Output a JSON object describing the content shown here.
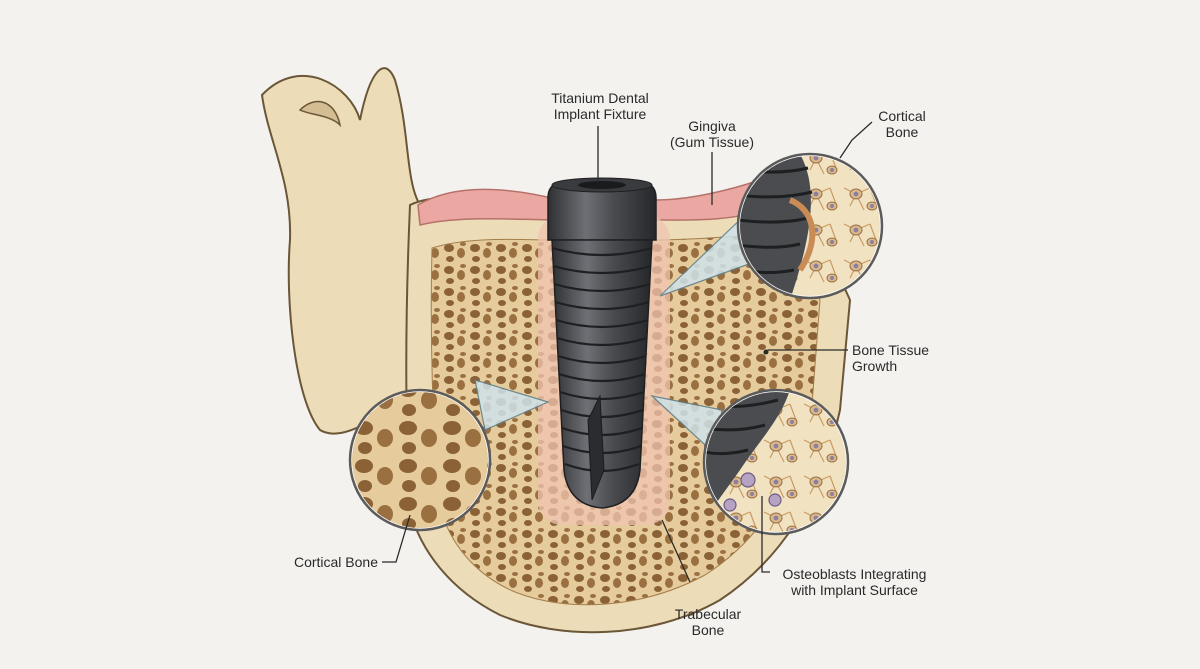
{
  "labels": {
    "implant_fixture": [
      "Titanium Dental",
      "Implant Fixture"
    ],
    "gingiva": [
      "Gingiva",
      "(Gum Tissue)"
    ],
    "cortical_top": [
      "Cortical",
      "Bone"
    ],
    "bone_growth": [
      "Bone Tissue",
      "Growth"
    ],
    "osteoblasts": [
      "Osteoblasts Integrating",
      "with Implant Surface"
    ],
    "trabecular": [
      "Trabecular",
      "Bone"
    ],
    "cortical_left": [
      "Cortical Bone"
    ]
  },
  "colors": {
    "background": "#f3f2ef",
    "cortical_bone": "#ecdcb8",
    "trabecular_bone": "#e2c594",
    "pore": "#8a6236",
    "gingiva": "#eba8a2",
    "implant": "#4a4c50",
    "outline": "#6b5638"
  }
}
